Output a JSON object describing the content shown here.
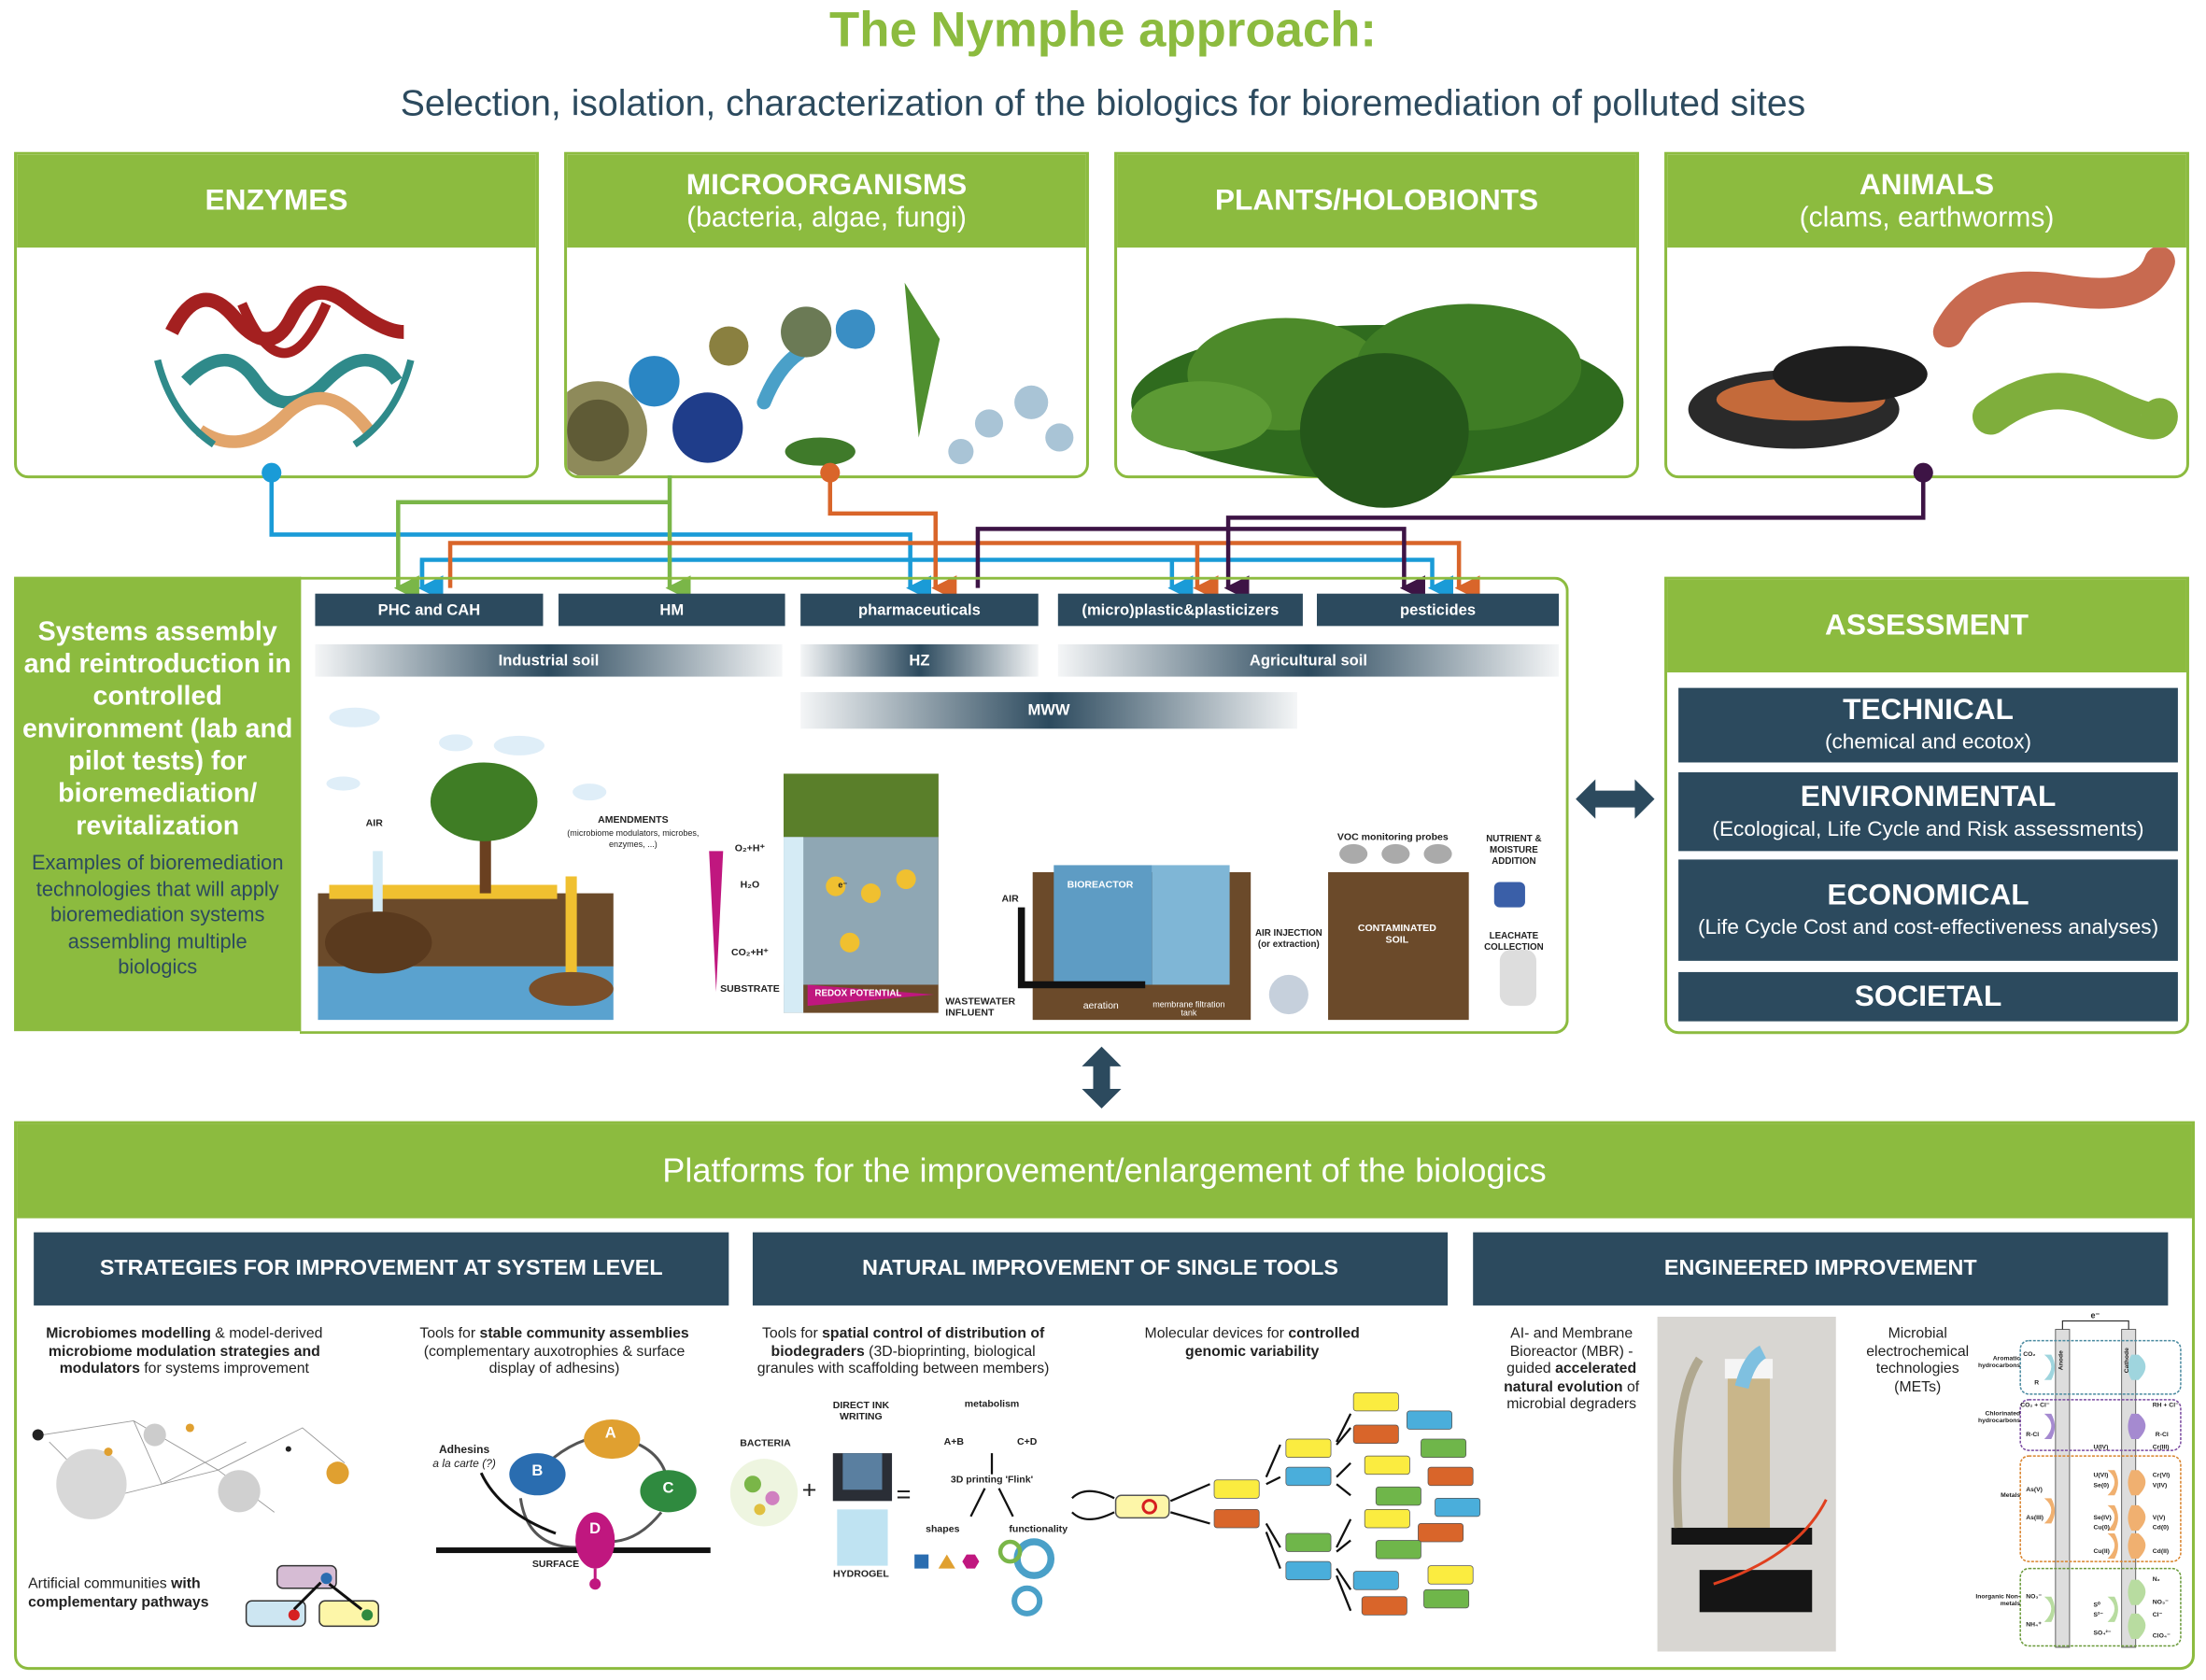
{
  "title": "The Nymphe approach:",
  "subtitle": "Selection, isolation, characterization of the biologics for bioremediation of polluted sites",
  "colors": {
    "green": "#8cbb3f",
    "navy": "#2c4a5e",
    "blue_link": "#1a9bd7",
    "green_link": "#7ab648",
    "orange_link": "#d9652a",
    "purple_link": "#3d1445"
  },
  "biologics": [
    {
      "title": "ENZYMES",
      "subtitle": "",
      "icon": "protein-structure"
    },
    {
      "title": "MICROORGANISMS",
      "subtitle": "(bacteria, algae, fungi)",
      "icon": "microbes"
    },
    {
      "title": "PLANTS/HOLOBIONTS",
      "subtitle": "",
      "icon": "plants"
    },
    {
      "title": "ANIMALS",
      "subtitle": "(clams, earthworms)",
      "icon": "clams-earthworm"
    }
  ],
  "systems": {
    "heading": "Systems assembly and reintroduction in controlled environment (lab and pilot tests) for bioremediation/ revitalization",
    "examples": "Examples of bioremediation technologies that will apply bioremediation systems assembling multiple biologics",
    "categories": [
      "PHC and CAH",
      "HM",
      "pharmaceuticals",
      "(micro)plastic&plasticizers",
      "pesticides"
    ],
    "environments": [
      "Industrial soil",
      "HZ",
      "Agricultural soil",
      "MWW"
    ],
    "illustration": {
      "air": "AIR",
      "amendments": "AMENDMENTS",
      "amendments_detail": "(microbiome modulators, microbes, enzymes, ...)",
      "redox_vertical": "REDOX POTENTIAL",
      "o2": "O₂+H⁺",
      "h2o": "H₂O",
      "co2": "CO₂+H⁺",
      "substrate": "SUBSTRATE",
      "electron": "e⁻",
      "redox_horizontal": "REDOX POTENTIAL",
      "wastewater": "WASTEWATER INFLUENT",
      "air2": "AIR",
      "bioreactor": "BIOREACTOR",
      "aeration": "aeration",
      "membrane": "membrane filtration tank",
      "air_injection": "AIR INJECTION (or extraction)",
      "voc": "VOC monitoring probes",
      "nutrient": "NUTRIENT & MOISTURE ADDITION",
      "contaminated": "CONTAMINATED SOIL",
      "leachate": "LEACHATE COLLECTION"
    }
  },
  "assessment": {
    "title": "ASSESSMENT",
    "items": [
      {
        "title": "TECHNICAL",
        "detail": "(chemical and ecotox)"
      },
      {
        "title": "ENVIRONMENTAL",
        "detail": "(Ecological, Life Cycle and Risk assessments)"
      },
      {
        "title": "ECONOMICAL",
        "detail": "(Life Cycle Cost and cost-effectiveness analyses)"
      },
      {
        "title": "SOCIETAL",
        "detail": ""
      }
    ]
  },
  "platforms": {
    "title": "Platforms for the improvement/enlargement of the biologics",
    "columns": [
      "STRATEGIES FOR IMPROVEMENT AT SYSTEM LEVEL",
      "NATURAL IMPROVEMENT OF SINGLE TOOLS",
      "ENGINEERED IMPROVEMENT"
    ],
    "p1": [
      "Microbiomes modelling",
      " & model-derived ",
      "microbiome modulation strategies and modulators",
      " for systems improvement"
    ],
    "p2": [
      "Tools for ",
      "stable community assemblies",
      " (complementary auxotrophies & surface display of adhesins)"
    ],
    "p3": [
      "Artificial communities ",
      "with complementary pathways"
    ],
    "p4": [
      "Tools for ",
      "spatial control of distribution of biodegraders",
      " (3D-bioprinting, biological granules with scaffolding between members)"
    ],
    "p5": [
      "Molecular devices for ",
      "controlled genomic variability"
    ],
    "p6": [
      "AI- and Membrane Bioreactor (MBR) - guided ",
      "accelerated natural evolution",
      " of microbial degraders"
    ],
    "p7": "Microbial electrochemical technologies (METs)",
    "community": {
      "a": "A",
      "b": "B",
      "c": "C",
      "d": "D",
      "adhesins": "Adhesins",
      "alacarte": "a la carte (?)",
      "surface": "SURFACE"
    },
    "printing": {
      "bacteria": "BACTERIA",
      "diw": "DIRECT INK WRITING",
      "hydrogel": "HYDROGEL",
      "plus": "+",
      "equals": "=",
      "metabolism": "metabolism",
      "ab": "A+B",
      "cd": "C+D",
      "flink": "3D printing 'Flink'",
      "shapes": "shapes",
      "functionality": "functionality"
    },
    "met": {
      "electron": "e⁻",
      "anode": "Anode",
      "cathode": "Cathode",
      "groups": [
        "Aromatic hydrocarbons",
        "Chlorinated hydrocarbons",
        "Metals",
        "Inorganic Non-metals"
      ],
      "anode_species": [
        "CO₂",
        "R",
        "CO₂ + Cl⁻",
        "R-Cl",
        "As(V)",
        "As(III)",
        "NO₃⁻",
        "NH₄⁺"
      ],
      "cathode_species": [
        "RH + Cl⁻",
        "R-Cl",
        "U(IV)",
        "U(VI)",
        "Se(0)",
        "Se(IV)",
        "Cu(0)",
        "Cu(II)",
        "Cr(III)",
        "Cr(VI)",
        "V(IV)",
        "V(V)",
        "Cd(0)",
        "Cd(II)",
        "S⁰",
        "S²⁻",
        "SO₄²⁻",
        "N₂",
        "NO₃⁻",
        "Cl⁻",
        "ClO₄⁻"
      ]
    }
  }
}
